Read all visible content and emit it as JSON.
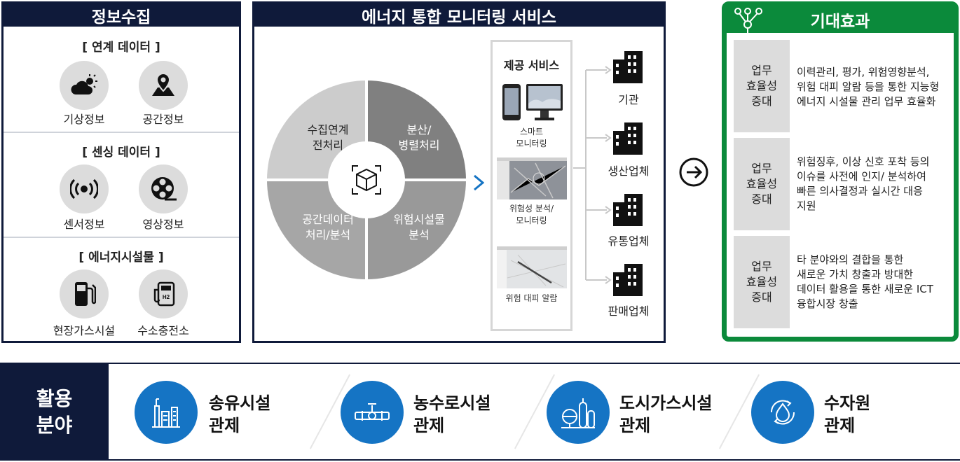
{
  "collection": {
    "title": "정보수집",
    "sections": [
      {
        "header": "[ 연계 데이터 ]",
        "items": [
          {
            "label": "기상정보",
            "icon": "weather-icon"
          },
          {
            "label": "공간정보",
            "icon": "map-pin-icon"
          }
        ]
      },
      {
        "header": "[ 센싱 데이터 ]",
        "items": [
          {
            "label": "센서정보",
            "icon": "sensor-icon"
          },
          {
            "label": "영상정보",
            "icon": "film-reel-icon"
          }
        ]
      },
      {
        "header": "[ 에너지시설물 ]",
        "items": [
          {
            "label": "현장가스시설",
            "icon": "fuel-pump-icon"
          },
          {
            "label": "수소충전소",
            "icon": "hydrogen-station-icon"
          }
        ]
      }
    ]
  },
  "monitoring": {
    "title": "에너지 통합 모니터링 서비스",
    "quadrants": {
      "top_left": [
        "수집연계",
        "전처리"
      ],
      "top_right": [
        "분산/",
        "병렬처리"
      ],
      "bottom_left": [
        "공간데이터",
        "처리/분석"
      ],
      "bottom_right": [
        "위험시설물",
        "분석"
      ]
    },
    "services": {
      "title": "제공 서비스",
      "items": [
        {
          "caption": [
            "스마트",
            "모니터링"
          ],
          "icon": "devices-icon"
        },
        {
          "caption": [
            "위험성 분석/",
            "모니터링"
          ],
          "icon": "map-screenshot-icon"
        },
        {
          "caption": [
            "위험 대피 알람"
          ],
          "icon": "map-screenshot-icon"
        }
      ]
    },
    "recipients": [
      "기관",
      "생산업체",
      "유통업체",
      "판매업체"
    ]
  },
  "effects": {
    "title": "기대효과",
    "rows": [
      {
        "tag": [
          "업무",
          "효율성",
          "증대"
        ],
        "text": [
          "이력관리, 평가, 위험영향분석,",
          "위험 대피 알람 등을 통한 지능형",
          "에너지 시설물 관리 업무 효율화"
        ]
      },
      {
        "tag": [
          "업무",
          "효율성",
          "증대"
        ],
        "text": [
          "위험징후, 이상 신호 포착 등의",
          "이슈를 사전에 인지/ 분석하여",
          "빠른 의사결정과 실시간 대응",
          "지원"
        ]
      },
      {
        "tag": [
          "업무",
          "효율성",
          "증대"
        ],
        "text": [
          "타 분야와의 결합을 통한",
          "새로운 가치 창출과 방대한",
          "데이터 활용을 통한 새로운 ICT",
          "융합시장 창출"
        ]
      }
    ]
  },
  "usage": {
    "title": [
      "활용",
      "분야"
    ],
    "items": [
      {
        "label": [
          "송유시설",
          "관제"
        ],
        "icon": "oil-facility-icon"
      },
      {
        "label": [
          "농수로시설",
          "관제"
        ],
        "icon": "pipe-valve-icon"
      },
      {
        "label": [
          "도시가스시설",
          "관제"
        ],
        "icon": "gas-tank-icon"
      },
      {
        "label": [
          "수자원",
          "관제"
        ],
        "icon": "water-drop-icon"
      }
    ]
  },
  "colors": {
    "navy": "#0f1a3a",
    "green": "#0b8a3b",
    "blue": "#1574c4",
    "gray": "#dcdcdc"
  }
}
